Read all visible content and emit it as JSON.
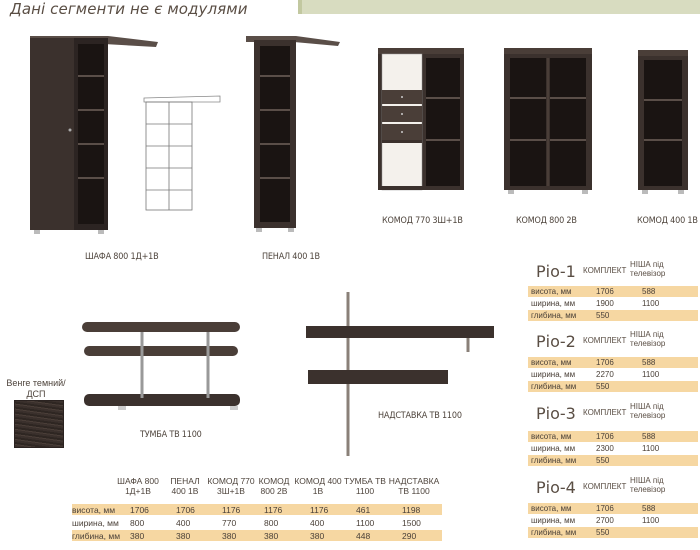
{
  "heading": "Дані сегменти не є модулями",
  "captions": {
    "shafa": "ШАФА 800 1Д+1В",
    "penal": "ПЕНАЛ 400 1В",
    "komod770": "КОМОД 770 3Ш+1В",
    "komod800": "КОМОД 800 2В",
    "komod400": "КОМОД 400 1В",
    "tumba": "ТУМБА ТВ 1100",
    "nadstavka": "НАДСТАВКА ТВ 1100"
  },
  "swatch_label": "Венге темний/ ДСП",
  "colors": {
    "wood": "#3b312d",
    "highlight": "#f6d7a2",
    "topbar": "#d8dcc0"
  },
  "kits": [
    {
      "title": "Ріо-1",
      "h1": "КОМПЛЕКТ",
      "h2": "НІША під телевізор",
      "rows": [
        {
          "label": "висота, мм",
          "v1": "1706",
          "v2": "588"
        },
        {
          "label": "ширина, мм",
          "v1": "1900",
          "v2": "1100"
        },
        {
          "label": "глибина, мм",
          "v1": "550",
          "v2": ""
        }
      ]
    },
    {
      "title": "Ріо-2",
      "h1": "КОМПЛЕКТ",
      "h2": "НІША під телевізор",
      "rows": [
        {
          "label": "висота, мм",
          "v1": "1706",
          "v2": "588"
        },
        {
          "label": "ширина, мм",
          "v1": "2270",
          "v2": "1100"
        },
        {
          "label": "глибина, мм",
          "v1": "550",
          "v2": ""
        }
      ]
    },
    {
      "title": "Ріо-3",
      "h1": "КОМПЛЕКТ",
      "h2": "НІША під телевізор",
      "rows": [
        {
          "label": "висота, мм",
          "v1": "1706",
          "v2": "588"
        },
        {
          "label": "ширина, мм",
          "v1": "2300",
          "v2": "1100"
        },
        {
          "label": "глибина, мм",
          "v1": "550",
          "v2": ""
        }
      ]
    },
    {
      "title": "Ріо-4",
      "h1": "КОМПЛЕКТ",
      "h2": "НІША під телевізор",
      "rows": [
        {
          "label": "висота, мм",
          "v1": "1706",
          "v2": "588"
        },
        {
          "label": "ширина, мм",
          "v1": "2700",
          "v2": "1100"
        },
        {
          "label": "глибина, мм",
          "v1": "550",
          "v2": ""
        }
      ]
    }
  ],
  "table": {
    "headers": [
      "ШАФА 800 1Д+1В",
      "ПЕНАЛ 400 1В",
      "КОМОД 770 3Ш+1В",
      "КОМОД 800 2В",
      "КОМОД 400 1В",
      "ТУМБА ТВ 1100",
      "НАДСТАВКА ТВ 1100"
    ],
    "rows": [
      {
        "label": "висота, мм",
        "values": [
          "1706",
          "1706",
          "1176",
          "1176",
          "1176",
          "461",
          "1198"
        ]
      },
      {
        "label": "ширина, мм",
        "values": [
          "800",
          "400",
          "770",
          "800",
          "400",
          "1100",
          "1500"
        ]
      },
      {
        "label": "глибина, мм",
        "values": [
          "380",
          "380",
          "380",
          "380",
          "380",
          "448",
          "290"
        ]
      }
    ]
  }
}
